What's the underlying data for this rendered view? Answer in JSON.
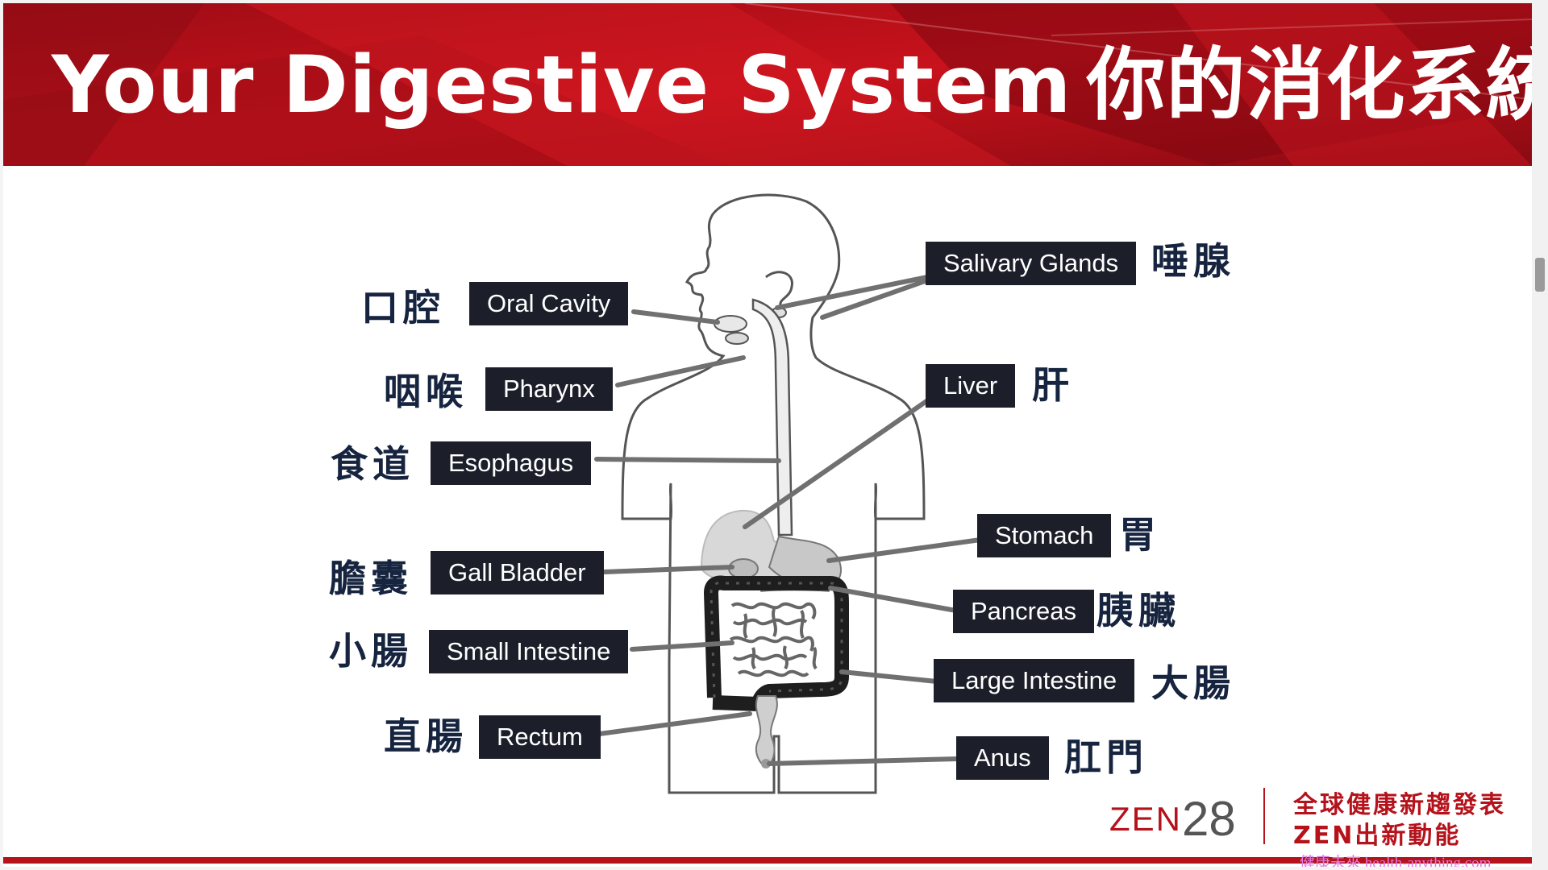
{
  "title": {
    "en": "Your Digestive System",
    "cn": "你的消化系統"
  },
  "labels": {
    "oral_cavity": {
      "en": "Oral Cavity",
      "cn": "口腔"
    },
    "pharynx": {
      "en": "Pharynx",
      "cn": "咽喉"
    },
    "esophagus": {
      "en": "Esophagus",
      "cn": "食道"
    },
    "gall_bladder": {
      "en": "Gall Bladder",
      "cn": "膽囊"
    },
    "small_intestine": {
      "en": "Small Intestine",
      "cn": "小腸"
    },
    "rectum": {
      "en": "Rectum",
      "cn": "直腸"
    },
    "salivary_glands": {
      "en": "Salivary Glands",
      "cn": "唾腺"
    },
    "liver": {
      "en": "Liver",
      "cn": "肝"
    },
    "stomach": {
      "en": "Stomach",
      "cn": "胃"
    },
    "pancreas": {
      "en": "Pancreas",
      "cn": "胰臟"
    },
    "large_intestine": {
      "en": "Large Intestine",
      "cn": "大腸"
    },
    "anus": {
      "en": "Anus",
      "cn": "肛門"
    }
  },
  "footer": {
    "logo_text": "ZEN",
    "logo_num": "28",
    "slogan_line1": "全球健康新趨發表",
    "slogan_line2": "ZEN出新動能",
    "watermark": "健康未來 health-anything.com"
  },
  "colors": {
    "banner_red": "#b5121b",
    "label_bg": "#1c1f2a",
    "cn_text": "#16243f",
    "leader_line": "#707070"
  }
}
